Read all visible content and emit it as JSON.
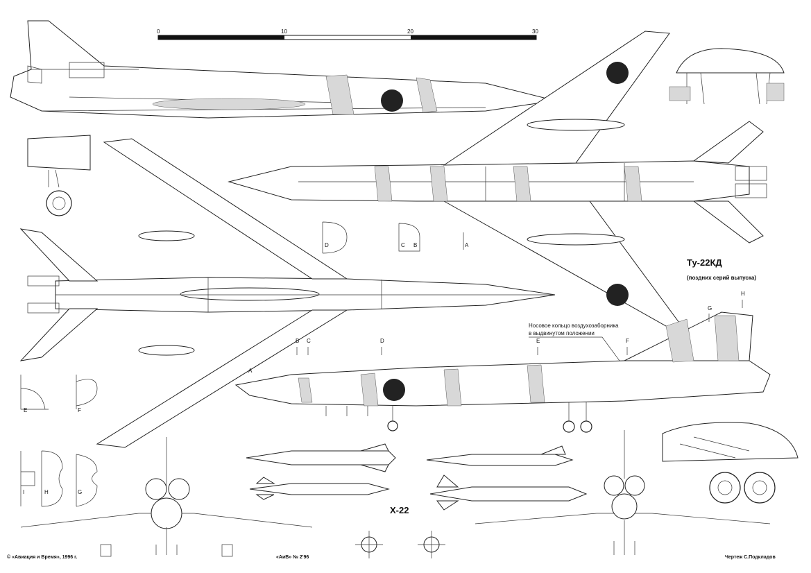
{
  "scale": {
    "ticks": [
      "0",
      "10",
      "20",
      "30"
    ]
  },
  "aircraft": {
    "name": "Ту-22КД",
    "subtitle": "(поздних серий выпуска)"
  },
  "missile": {
    "name": "Х-22"
  },
  "callout": {
    "line1": "Носовое кольцо воздухозаборника",
    "line2": "в выдвинутом положении"
  },
  "section_letters": {
    "top": [
      "D",
      "C",
      "B",
      "A"
    ],
    "side": [
      "A",
      "B",
      "C",
      "D",
      "E",
      "F",
      "G",
      "H"
    ],
    "left": [
      "E",
      "F",
      "I",
      "H",
      "G"
    ]
  },
  "footer": {
    "copyright": "© «Авиация и Время», 1996 г.",
    "issue": "«АиВ» № 2'96",
    "author": "Чертеж С.Подкладов"
  }
}
